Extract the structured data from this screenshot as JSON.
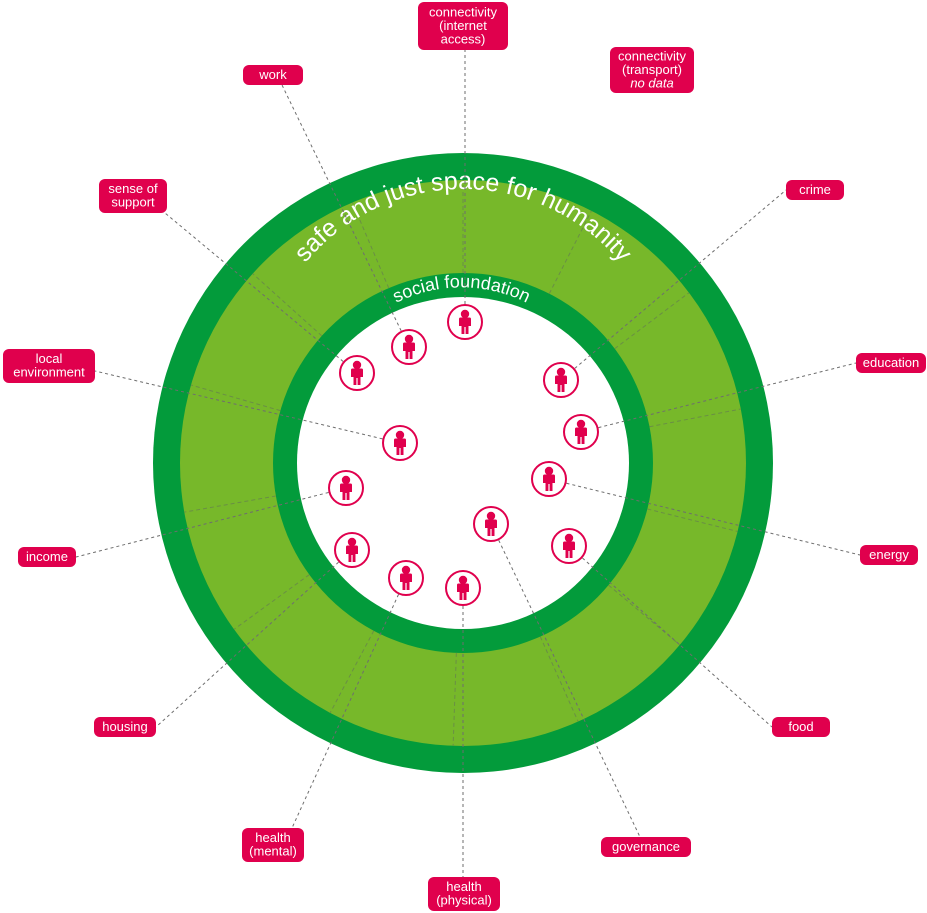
{
  "diagram": {
    "outer_ring_label": "safe and just space for humanity",
    "inner_ring_label": "social foundation",
    "colors": {
      "outer_ring": "#039b3b",
      "band": "#77b82a",
      "inner_ring": "#039b3b",
      "center": "#ffffff",
      "accent": "#e0004d",
      "leader": "#6e6e6e"
    },
    "icons": {
      "person": "person-icon"
    },
    "dimensions": [
      {
        "id": "connectivity-internet",
        "lines": [
          "connectivity",
          "(internet",
          "access)"
        ],
        "italic_line": -1,
        "has_icon": true
      },
      {
        "id": "connectivity-transport",
        "lines": [
          "connectivity",
          "(transport)",
          "no data"
        ],
        "italic_line": 2,
        "has_icon": false
      },
      {
        "id": "crime",
        "lines": [
          "crime"
        ],
        "italic_line": -1,
        "has_icon": true
      },
      {
        "id": "education",
        "lines": [
          "education"
        ],
        "italic_line": -1,
        "has_icon": true
      },
      {
        "id": "energy",
        "lines": [
          "energy"
        ],
        "italic_line": -1,
        "has_icon": true
      },
      {
        "id": "food",
        "lines": [
          "food"
        ],
        "italic_line": -1,
        "has_icon": true
      },
      {
        "id": "governance",
        "lines": [
          "governance"
        ],
        "italic_line": -1,
        "has_icon": true
      },
      {
        "id": "health-physical",
        "lines": [
          "health",
          "(physical)"
        ],
        "italic_line": -1,
        "has_icon": true
      },
      {
        "id": "health-mental",
        "lines": [
          "health",
          "(mental)"
        ],
        "italic_line": -1,
        "has_icon": true
      },
      {
        "id": "housing",
        "lines": [
          "housing"
        ],
        "italic_line": -1,
        "has_icon": true
      },
      {
        "id": "income",
        "lines": [
          "income"
        ],
        "italic_line": -1,
        "has_icon": true
      },
      {
        "id": "local-environment",
        "lines": [
          "local",
          "environment"
        ],
        "italic_line": -1,
        "has_icon": true
      },
      {
        "id": "sense-of-support",
        "lines": [
          "sense of",
          "support"
        ],
        "italic_line": -1,
        "has_icon": true
      },
      {
        "id": "work",
        "lines": [
          "work"
        ],
        "italic_line": -1,
        "has_icon": true
      }
    ]
  }
}
